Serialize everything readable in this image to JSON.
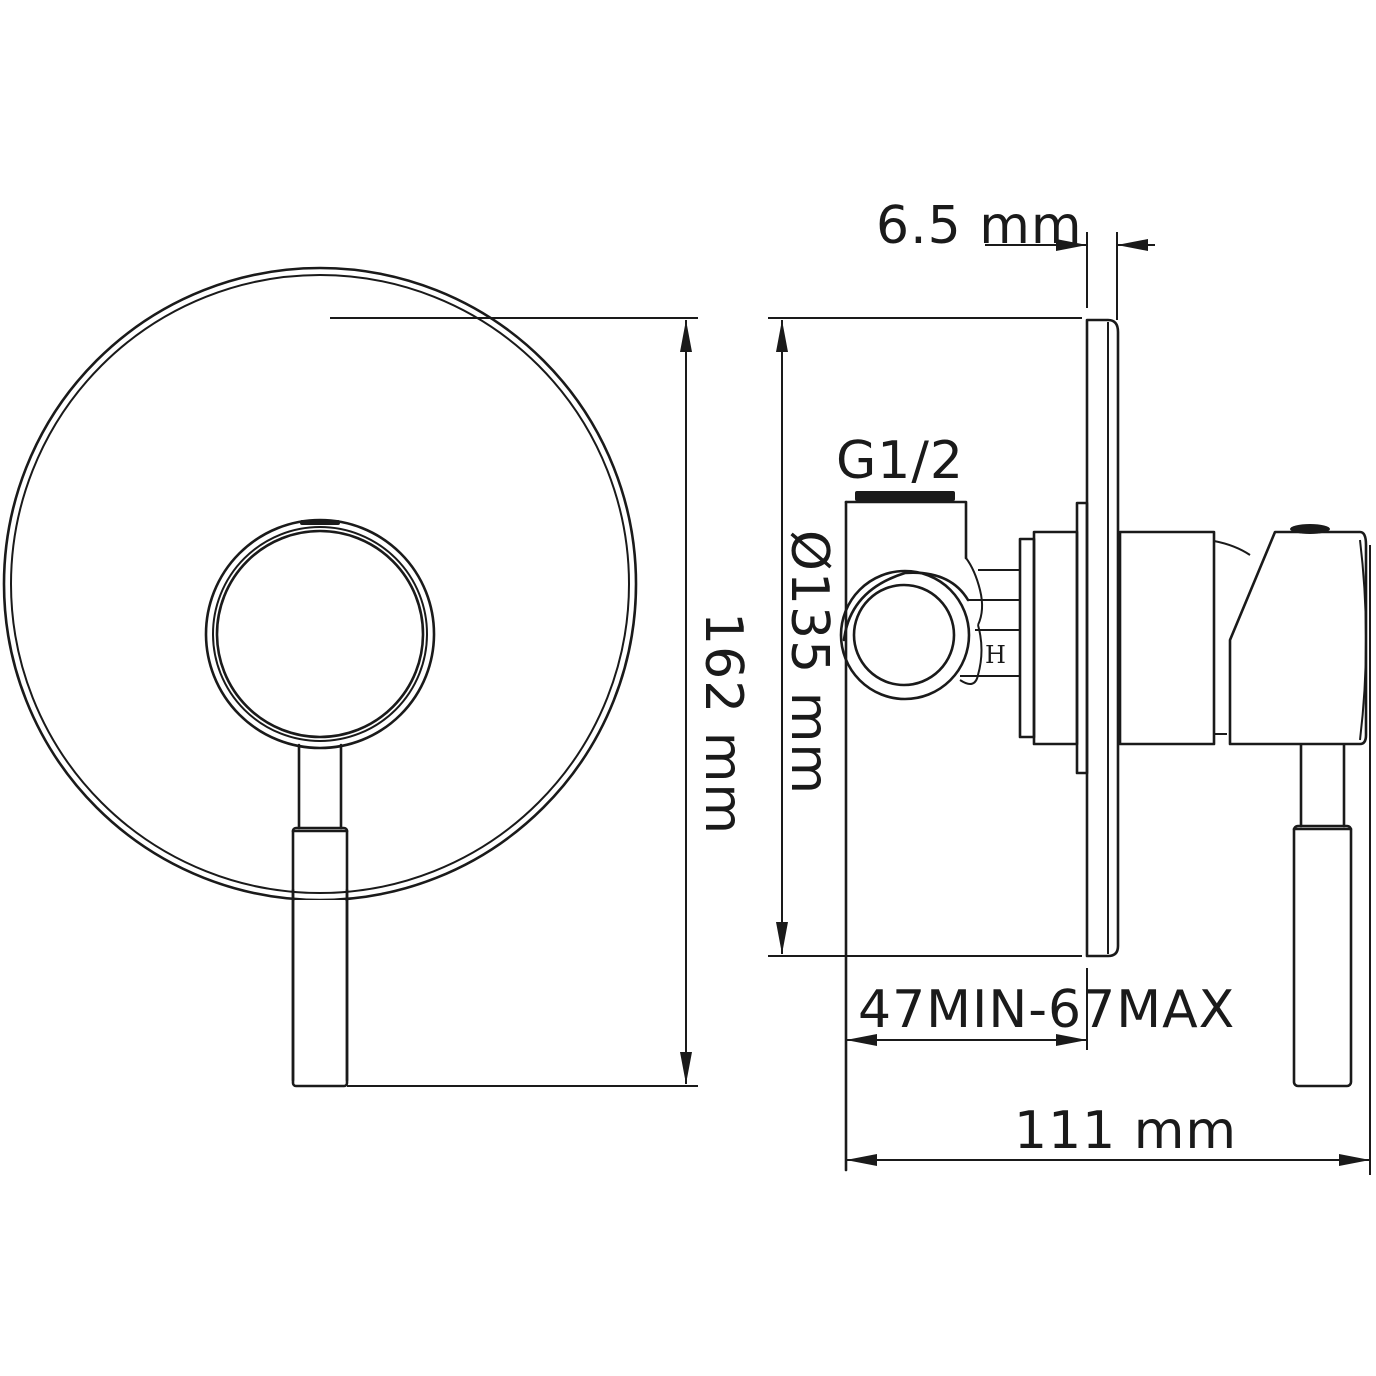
{
  "drawing": {
    "title": "Concealed single-lever shower mixer — dimension drawing",
    "views": [
      "front-view",
      "side-view"
    ],
    "stroke_color": "#1a1a1a",
    "background_color": "#ffffff"
  },
  "dimensions": {
    "plate_thickness": {
      "label": "6.5 mm",
      "value": 6.5,
      "unit": "mm"
    },
    "overall_height": {
      "label": "162 mm",
      "value": 162,
      "unit": "mm"
    },
    "plate_diameter": {
      "label": "Ø135 mm",
      "value": 135,
      "unit": "mm"
    },
    "inlet_thread": {
      "label": "G1/2"
    },
    "wall_depth_range": {
      "label": "47MIN-67MAX",
      "min": 47,
      "max": 67
    },
    "overall_depth": {
      "label": "111 mm",
      "value": 111,
      "unit": "mm"
    }
  },
  "markings": {
    "hot_indicator": "H"
  }
}
